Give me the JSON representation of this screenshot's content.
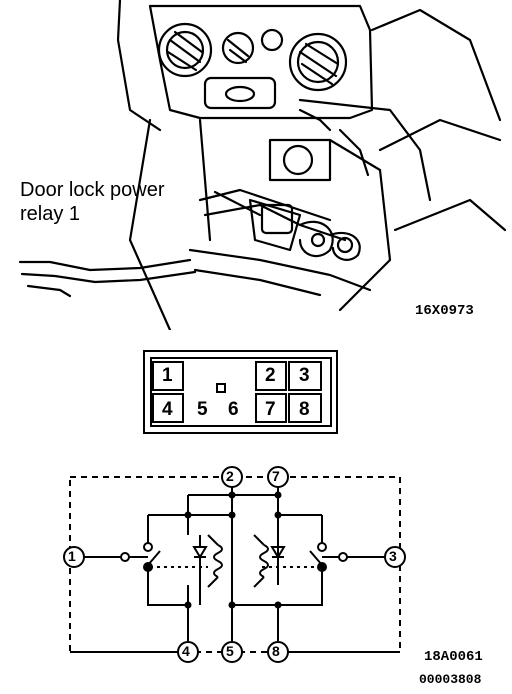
{
  "photo": {
    "callout_label": "Door lock power\nrelay 1",
    "figure_code": "16X0973"
  },
  "connector": {
    "pins_top": [
      "1",
      "2",
      "3"
    ],
    "pins_bottom": [
      "4",
      "5",
      "6",
      "7",
      "8"
    ]
  },
  "circuit": {
    "terminals": [
      "1",
      "2",
      "7",
      "3",
      "4",
      "5",
      "8"
    ],
    "figure_code": "18A0061",
    "doc_code": "00003808"
  }
}
